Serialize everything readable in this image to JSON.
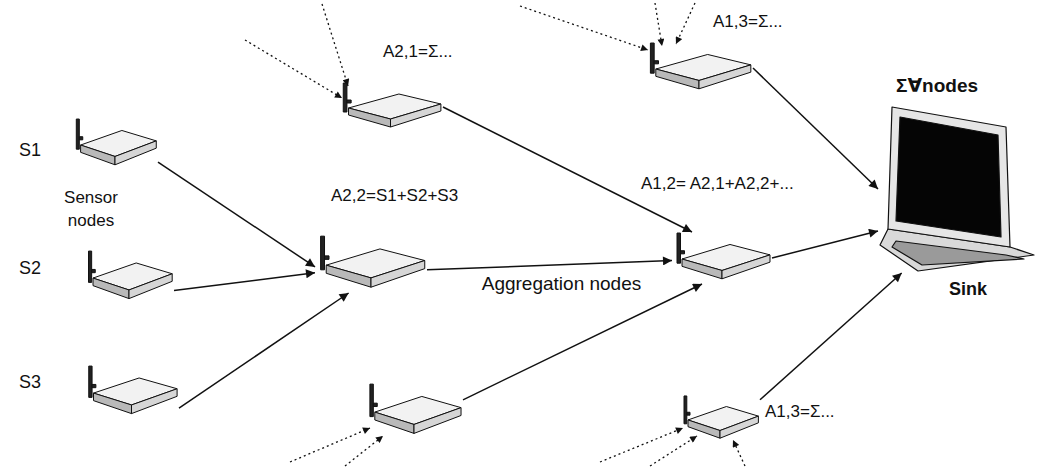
{
  "diagram": {
    "nodes": [
      {
        "text": [
          "S1"
        ]
      },
      {
        "text": [
          "S2"
        ]
      },
      {
        "text": [
          "S3"
        ]
      },
      {
        "text": [
          "A2,1=Σ..."
        ]
      },
      {
        "text": [
          "A2,2=S1+S2+S3"
        ]
      },
      {
        "text": []
      },
      {
        "text": [
          "A1,3=Σ..."
        ]
      },
      {
        "text": [
          "A1,2= A2,1+A2,2+..."
        ]
      },
      {
        "text": [
          "A1,3=Σ..."
        ]
      },
      {
        "text": [
          "Σ∀nodes",
          "Sink"
        ]
      }
    ],
    "edges": [
      {
        "from": 0,
        "to": 4,
        "arrow": "to"
      },
      {
        "from": 1,
        "to": 4,
        "arrow": "to"
      },
      {
        "from": 2,
        "to": 4,
        "arrow": "to"
      },
      {
        "from": 3,
        "to": 7,
        "arrow": "to"
      },
      {
        "from": 4,
        "to": 7,
        "arrow": "to"
      },
      {
        "from": 5,
        "to": 7,
        "arrow": "to"
      },
      {
        "from": 6,
        "to": 9,
        "arrow": "to"
      },
      {
        "from": 7,
        "to": 9,
        "arrow": "to"
      },
      {
        "from": 8,
        "to": 9,
        "arrow": "to"
      }
    ],
    "labels": [
      "Sensor nodes",
      "Aggregation nodes"
    ]
  }
}
